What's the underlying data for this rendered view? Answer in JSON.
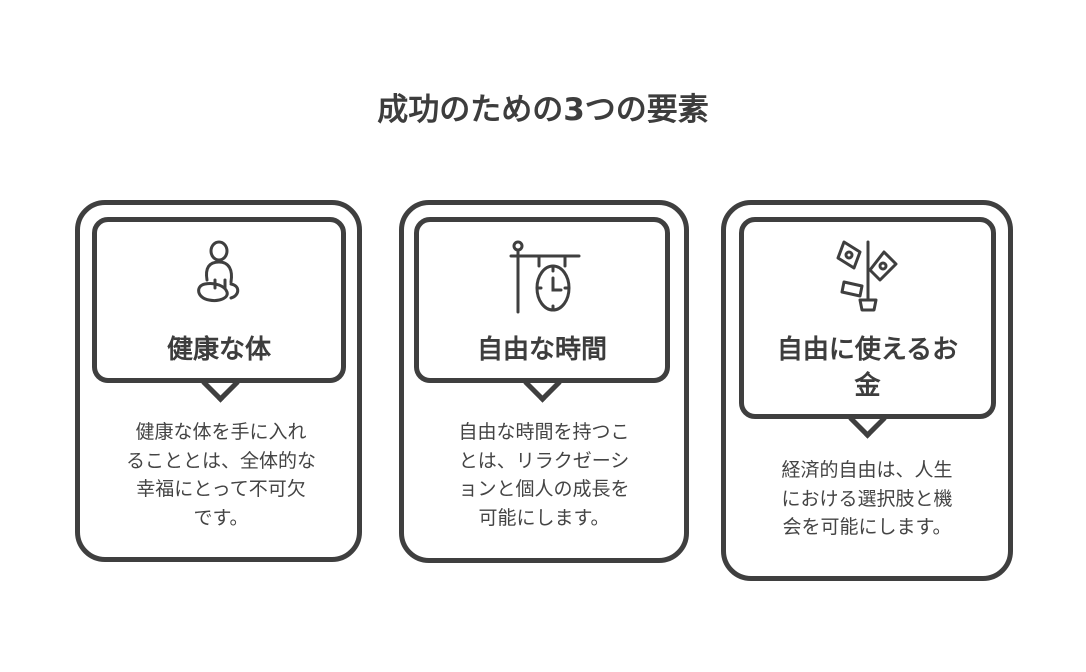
{
  "title": "成功のための3つの要素",
  "cards": [
    {
      "heading": "健康な体",
      "icon": "meditation-person-icon",
      "lines": [
        "健康な体を手に入れ",
        "ることとは、全体的な",
        "幸福にとって不可欠",
        "です。"
      ]
    },
    {
      "heading": "自由な時間",
      "icon": "hanging-clock-icon",
      "lines": [
        "自由な時間を持つこ",
        "とは、リラクゼーシ",
        "ョンと個人の成長を",
        "可能にします。"
      ]
    },
    {
      "heading_lines": [
        "自由に使えるお",
        "金"
      ],
      "icon": "money-plant-icon",
      "lines": [
        "経済的自由は、人生",
        "における選択肢と機",
        "会を可能にします。"
      ]
    }
  ],
  "colors": {
    "stroke": "#3f3f3f",
    "text": "#3d3d3d"
  }
}
